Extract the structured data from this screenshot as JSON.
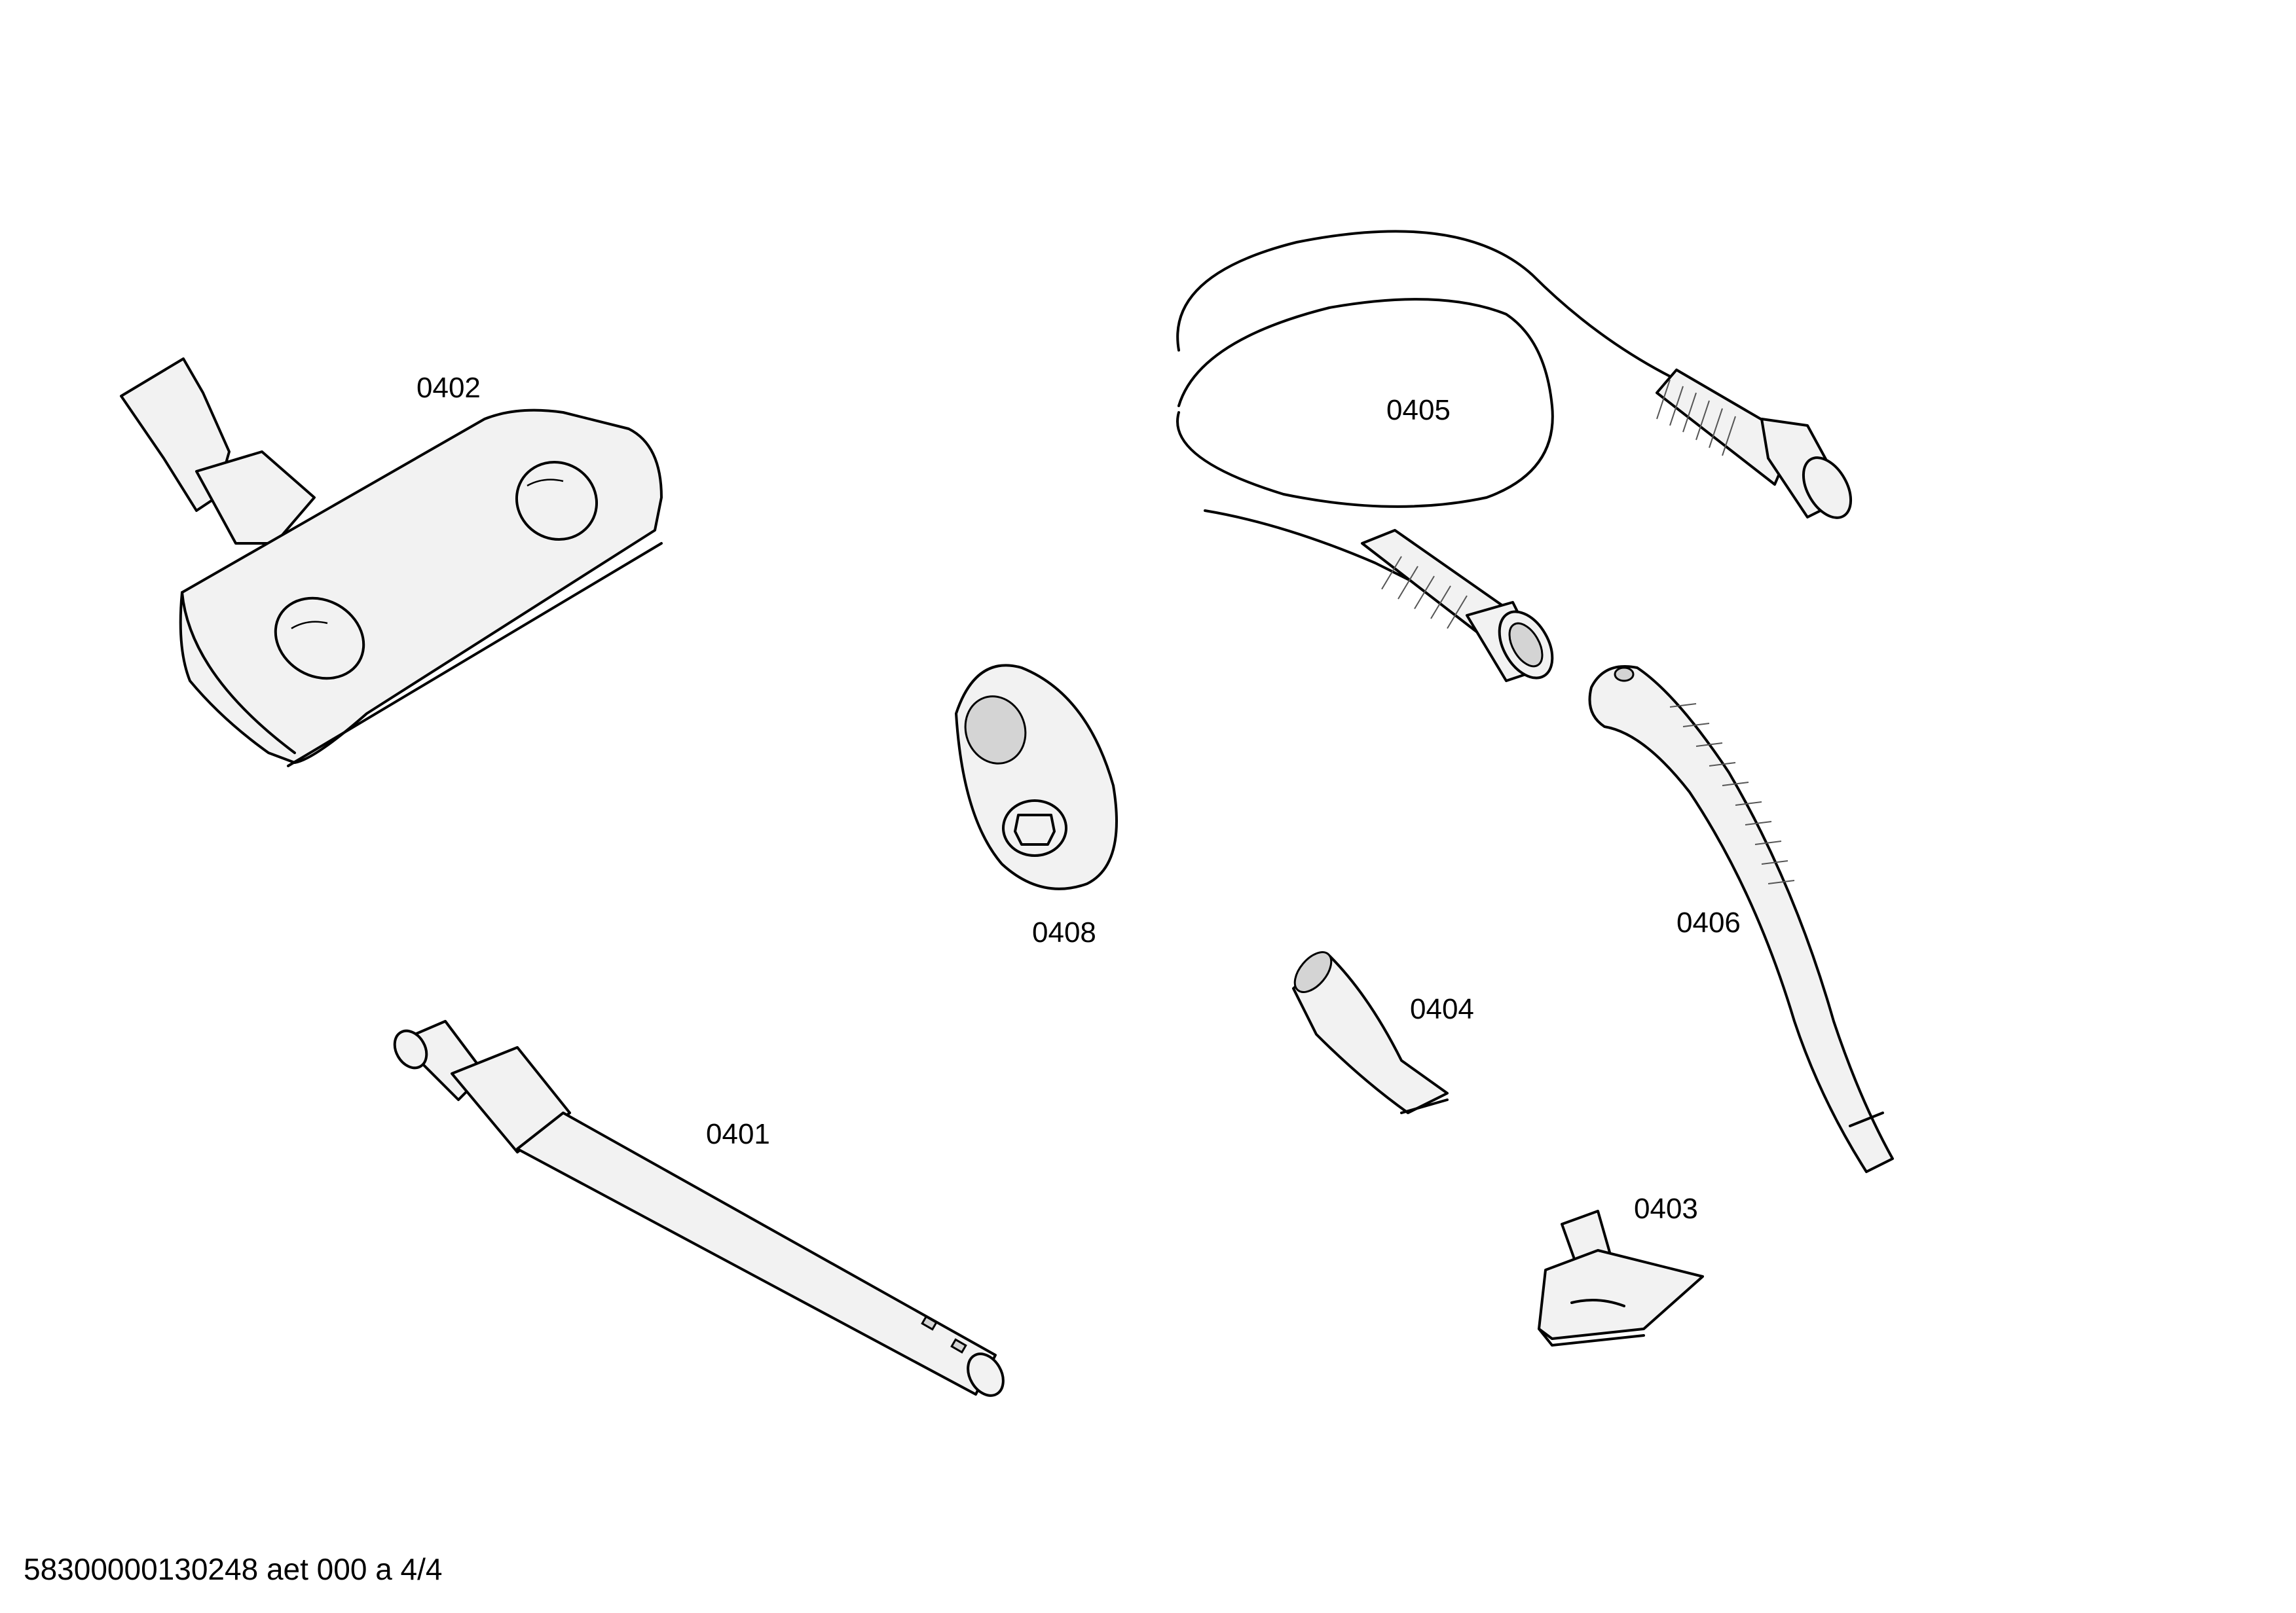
{
  "parts": [
    {
      "id": "0401",
      "label": "0401"
    },
    {
      "id": "0402",
      "label": "0402"
    },
    {
      "id": "0403",
      "label": "0403"
    },
    {
      "id": "0404",
      "label": "0404"
    },
    {
      "id": "0405",
      "label": "0405"
    },
    {
      "id": "0406",
      "label": "0406"
    },
    {
      "id": "0408",
      "label": "0408"
    }
  ],
  "footer": {
    "doc_id": "58300000130248 aet 000 a 4/4"
  }
}
